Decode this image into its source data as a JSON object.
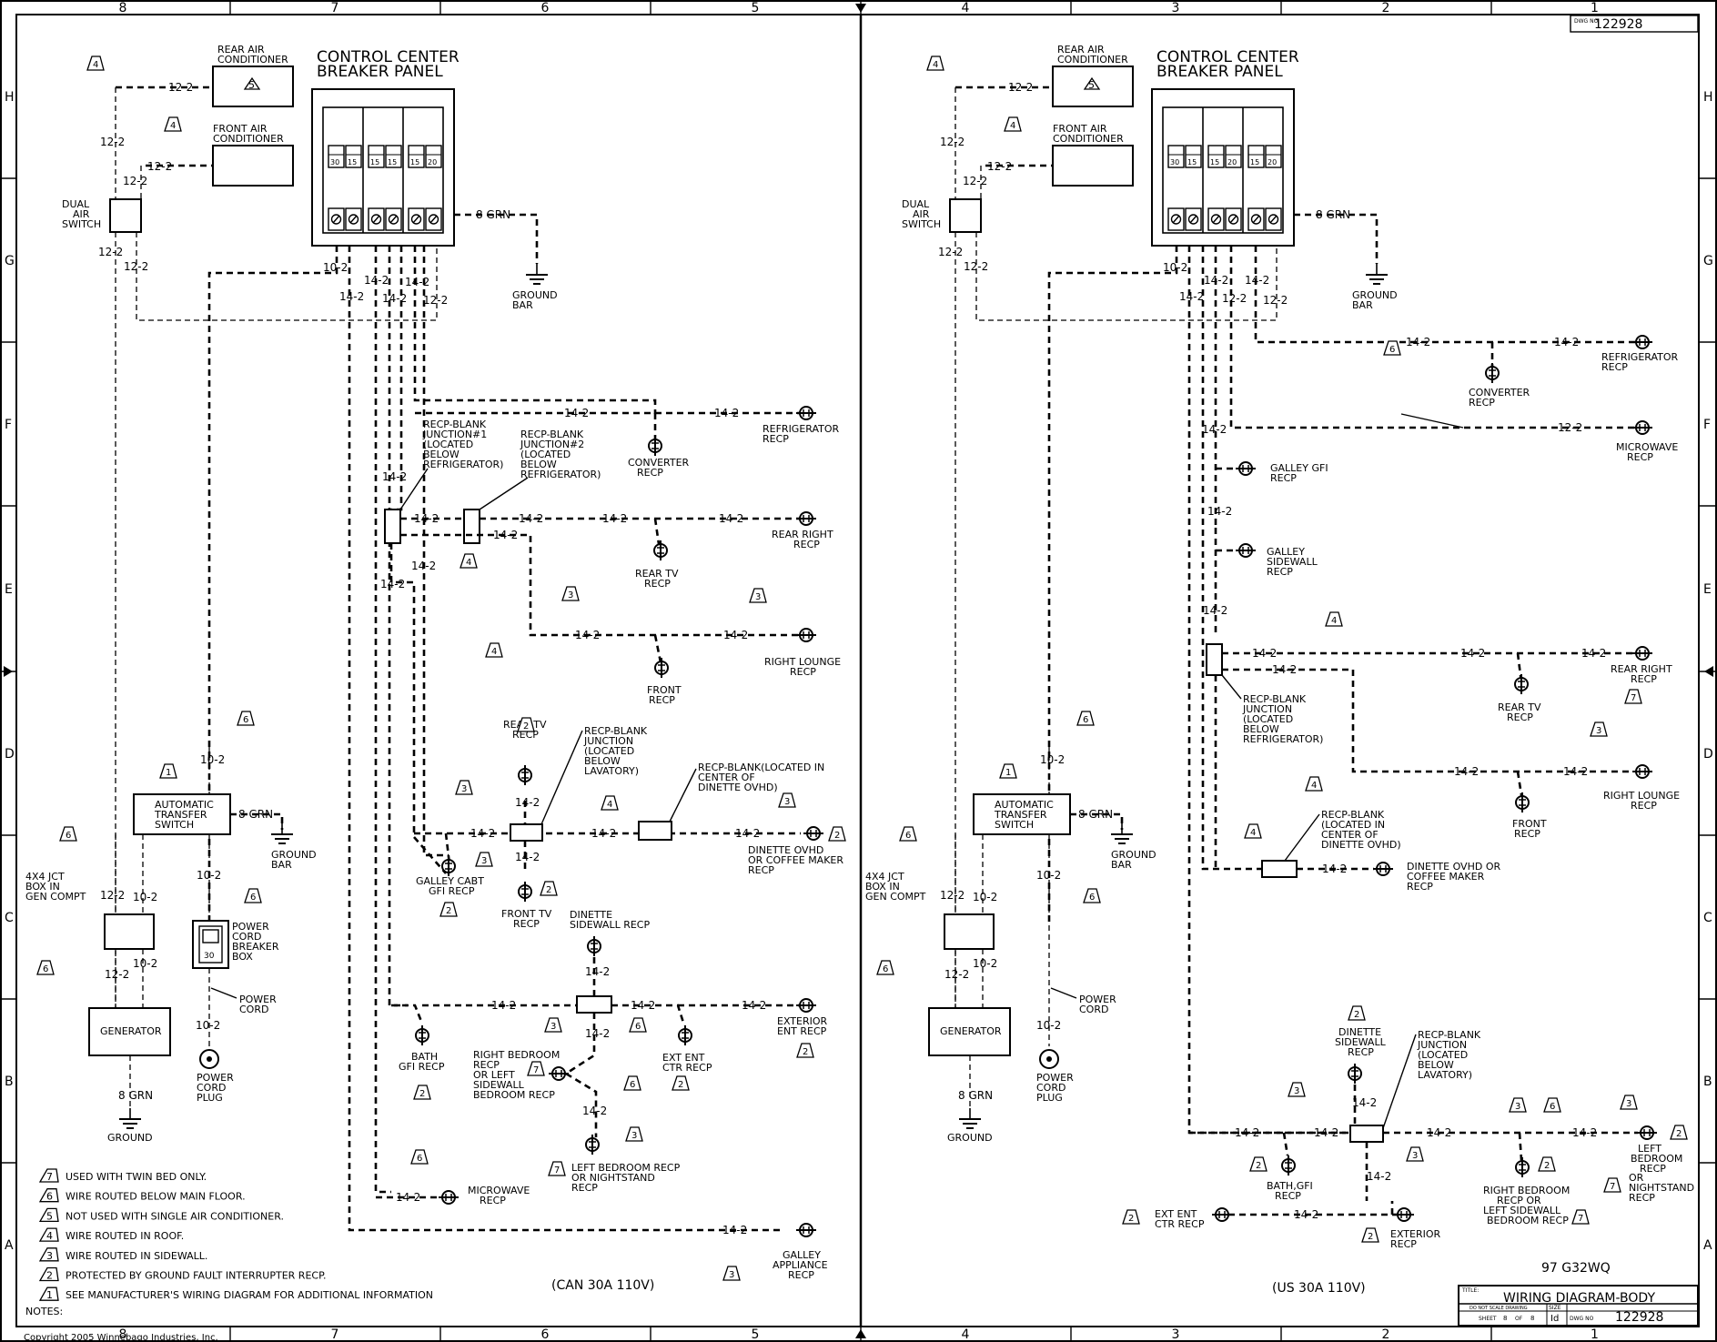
{
  "border": {
    "top_cols": [
      "8",
      "7",
      "6",
      "5",
      "4",
      "3",
      "2",
      "1"
    ],
    "bottom_cols": [
      "8",
      "7",
      "6",
      "5",
      "4",
      "3",
      "2",
      "1"
    ],
    "rows": [
      "H",
      "G",
      "F",
      "E",
      "D",
      "C",
      "B",
      "A"
    ]
  },
  "dwg_no_label": "DWG NO",
  "dwg_no": "122928",
  "copyright": "Copyright 2005 Winnebago Industries, Inc.",
  "left": {
    "panel_title_1": "CONTROL CENTER",
    "panel_title_2": "BREAKER PANEL",
    "breakers": [
      "30",
      "15",
      "15",
      "15",
      "15",
      "20"
    ],
    "rear_ac_1": "REAR AIR",
    "rear_ac_2": "CONDITIONER",
    "front_ac_1": "FRONT AIR",
    "front_ac_2": "CONDITIONER",
    "dual_switch": [
      "DUAL",
      "AIR",
      "SWITCH"
    ],
    "gnd_wire": "8 GRN",
    "ground_bar": [
      "GROUND",
      "BAR"
    ],
    "ats": [
      "AUTOMATIC",
      "TRANSFER",
      "SWITCH"
    ],
    "jct_box": [
      "4X4 JCT",
      "BOX IN",
      "GEN COMPT"
    ],
    "generator": "GENERATOR",
    "ground": "GROUND",
    "power_cord_breaker": [
      "POWER",
      "CORD",
      "BREAKER",
      "BOX"
    ],
    "breaker_box_value": "30",
    "power_cord": [
      "POWER",
      "CORD"
    ],
    "power_cord_plug": [
      "POWER",
      "CORD",
      "PLUG"
    ],
    "wire_labels": {
      "w12": "12-2",
      "w10": "10-2",
      "w14": "14-2",
      "w8": "8 GRN"
    },
    "recp_blank_1": [
      "RECP-BLANK",
      "JUNCTION#1",
      "(LOCATED",
      "BELOW",
      "REFRIGERATOR)"
    ],
    "recp_blank_2": [
      "RECP-BLANK",
      "JUNCTION#2",
      "(LOCATED",
      "BELOW",
      "REFRIGERATOR)"
    ],
    "converter": [
      "CONVERTER",
      "RECP"
    ],
    "refrigerator": [
      "REFRIGERATOR",
      "RECP"
    ],
    "rear_right": [
      "REAR RIGHT",
      "RECP"
    ],
    "rear_tv": [
      "REAR TV",
      "RECP"
    ],
    "right_lounge": [
      "RIGHT LOUNGE",
      "RECP"
    ],
    "front": [
      "FRONT",
      "RECP"
    ],
    "rear_tv_2": [
      "REAR TV",
      "RECP"
    ],
    "recp_blank_lav": [
      "RECP-BLANK",
      "JUNCTION",
      "(LOCATED",
      "BELOW",
      "LAVATORY)"
    ],
    "recp_blank_dinette": [
      "RECP-BLANK(LOCATED IN",
      "CENTER OF",
      "DINETTE OVHD)"
    ],
    "dinette_ovhd": [
      "DINETTE OVHD",
      "OR COFFEE MAKER",
      "RECP"
    ],
    "galley_cabt": [
      "GALLEY CABT",
      "GFI RECP"
    ],
    "front_tv": [
      "FRONT TV",
      "RECP"
    ],
    "dinette_sidewall": [
      "DINETTE",
      "SIDEWALL RECP"
    ],
    "bath_gfi": [
      "BATH",
      "GFI RECP"
    ],
    "right_bedroom": [
      "RIGHT BEDROOM",
      "RECP",
      "OR LEFT",
      "SIDEWALL",
      "BEDROOM RECP"
    ],
    "ext_ent_ctr": [
      "EXT ENT",
      "CTR RECP"
    ],
    "exterior_ent": [
      "EXTERIOR",
      "ENT RECP"
    ],
    "left_bedroom": [
      "LEFT BEDROOM RECP",
      "OR NIGHTSTAND",
      "RECP"
    ],
    "microwave": [
      "MICROWAVE",
      "RECP"
    ],
    "galley_appliance": [
      "GALLEY",
      "APPLIANCE",
      "RECP"
    ],
    "variant": "(CAN 30A 110V)"
  },
  "notes": {
    "heading": "NOTES:",
    "items": [
      {
        "num": "7",
        "text": "USED WITH TWIN BED ONLY."
      },
      {
        "num": "6",
        "text": "WIRE ROUTED BELOW MAIN FLOOR."
      },
      {
        "num": "5",
        "text": "NOT USED WITH SINGLE AIR CONDITIONER."
      },
      {
        "num": "4",
        "text": "WIRE ROUTED IN ROOF."
      },
      {
        "num": "3",
        "text": "WIRE ROUTED IN SIDEWALL."
      },
      {
        "num": "2",
        "text": "PROTECTED BY GROUND FAULT INTERRUPTER RECP."
      },
      {
        "num": "1",
        "text": "SEE MANUFACTURER'S WIRING DIAGRAM FOR ADDITIONAL INFORMATION"
      }
    ]
  },
  "right": {
    "panel_title_1": "CONTROL CENTER",
    "panel_title_2": "BREAKER PANEL",
    "breakers": [
      "30",
      "15",
      "15",
      "20",
      "15",
      "20"
    ],
    "rear_ac_1": "REAR AIR",
    "rear_ac_2": "CONDITIONER",
    "front_ac_1": "FRONT AIR",
    "front_ac_2": "CONDITIONER",
    "dual_switch": [
      "DUAL",
      "AIR",
      "SWITCH"
    ],
    "gnd_wire": "8 GRN",
    "ground_bar": [
      "GROUND",
      "BAR"
    ],
    "ats": [
      "AUTOMATIC",
      "TRANSFER",
      "SWITCH"
    ],
    "jct_box": [
      "4X4 JCT",
      "BOX IN",
      "GEN COMPT"
    ],
    "generator": "GENERATOR",
    "ground": "GROUND",
    "power_cord": [
      "POWER",
      "CORD"
    ],
    "power_cord_plug": [
      "POWER",
      "CORD",
      "PLUG"
    ],
    "converter": [
      "CONVERTER",
      "RECP"
    ],
    "refrigerator": [
      "REFRIGERATOR",
      "RECP"
    ],
    "microwave": [
      "MICROWAVE",
      "RECP"
    ],
    "galley_gfi": [
      "GALLEY GFI",
      "RECP"
    ],
    "galley_sidewall": [
      "GALLEY",
      "SIDEWALL",
      "RECP"
    ],
    "recp_blank_fridge": [
      "RECP-BLANK",
      "JUNCTION",
      "(LOCATED",
      "BELOW",
      "REFRIGERATOR)"
    ],
    "rear_tv": [
      "REAR TV",
      "RECP"
    ],
    "rear_right": [
      "REAR RIGHT",
      "RECP"
    ],
    "right_lounge": [
      "RIGHT LOUNGE",
      "RECP"
    ],
    "front": [
      "FRONT",
      "RECP"
    ],
    "recp_blank_dinette": [
      "RECP-BLANK",
      "(LOCATED IN",
      "CENTER OF",
      "DINETTE OVHD)"
    ],
    "dinette_ovhd": [
      "DINETTE OVHD OR",
      "COFFEE MAKER",
      "RECP"
    ],
    "dinette_sidewall": [
      "DINETTE",
      "SIDEWALL",
      "RECP"
    ],
    "recp_blank_lav": [
      "RECP-BLANK",
      "JUNCTION",
      "(LOCATED",
      "BELOW",
      "LAVATORY)"
    ],
    "bath_gfi": [
      "BATH,GFI",
      "RECP"
    ],
    "right_bedroom": [
      "RIGHT BEDROOM",
      "RECP OR",
      "LEFT SIDEWALL",
      "BEDROOM RECP"
    ],
    "left_bedroom": [
      "LEFT",
      "BEDROOM",
      "RECP"
    ],
    "or_nightstand": [
      "OR",
      "NIGHTSTAND",
      "RECP"
    ],
    "ext_ent_ctr": [
      "EXT ENT",
      "CTR RECP"
    ],
    "exterior": [
      "EXTERIOR",
      "RECP"
    ],
    "model": "97 G32WQ",
    "variant": "(US 30A 110V)"
  },
  "title_block": {
    "title_label": "TITLE:",
    "title": "WIRING DIAGRAM-BODY",
    "scale_note": "DO NOT SCALE DRAWING",
    "sheet_label": "SHEET",
    "sheet": "8",
    "of_label": "OF",
    "of": "8",
    "size_label": "SIZE",
    "size": "Id",
    "dwg_label": "DWG NO",
    "dwg": "122928"
  }
}
